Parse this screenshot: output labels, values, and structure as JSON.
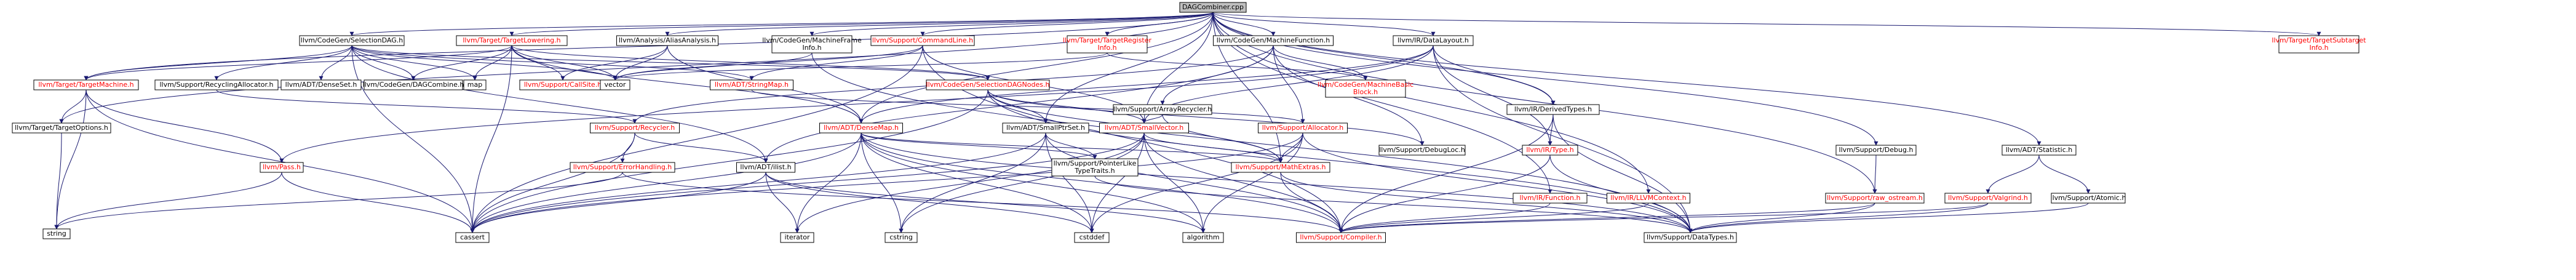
{
  "graph": {
    "root": "DAGCombiner.cpp",
    "colors": {
      "root_fill": "#bfbfbf",
      "node_fill": "#ffffff",
      "edge": "#191970",
      "normal_text": "#000000",
      "linked_text": "#ff0000",
      "linked_border": "#bfbfbf"
    },
    "nodes": [
      {
        "id": "root",
        "label": "DAGCombiner.cpp",
        "linked": false
      },
      {
        "id": "selectiondag",
        "label": "llvm/CodeGen/SelectionDAG.h",
        "linked": false
      },
      {
        "id": "targetlowering",
        "label": "llvm/Target/TargetLowering.h",
        "linked": true
      },
      {
        "id": "aliasanalysis",
        "label": "llvm/Analysis/AliasAnalysis.h",
        "linked": false
      },
      {
        "id": "machineframe",
        "label": "llvm/CodeGen/MachineFrame Info.h",
        "linked": false
      },
      {
        "id": "commandline",
        "label": "llvm/Support/CommandLine.h",
        "linked": true
      },
      {
        "id": "targetregister",
        "label": "llvm/Target/TargetRegister Info.h",
        "linked": true
      },
      {
        "id": "machinefunction",
        "label": "llvm/CodeGen/MachineFunction.h",
        "linked": false
      },
      {
        "id": "datalayout",
        "label": "llvm/IR/DataLayout.h",
        "linked": false
      },
      {
        "id": "targetsubtarget",
        "label": "llvm/Target/TargetSubtarget Info.h",
        "linked": true
      },
      {
        "id": "targetmachine",
        "label": "llvm/Target/TargetMachine.h",
        "linked": true
      },
      {
        "id": "recyclingallocator",
        "label": "llvm/Support/RecyclingAllocator.h",
        "linked": false
      },
      {
        "id": "densesetadt",
        "label": "llvm/ADT/DenseSet.h",
        "linked": false
      },
      {
        "id": "dagcombine",
        "label": "llvm/CodeGen/DAGCombine.h",
        "linked": false
      },
      {
        "id": "map",
        "label": "map",
        "linked": false
      },
      {
        "id": "callsite",
        "label": "llvm/Support/CallSite.h",
        "linked": true
      },
      {
        "id": "vector",
        "label": "vector",
        "linked": false
      },
      {
        "id": "stringmap",
        "label": "llvm/ADT/StringMap.h",
        "linked": true
      },
      {
        "id": "selectiondagnodes",
        "label": "llvm/CodeGen/SelectionDAGNodes.h",
        "linked": true
      },
      {
        "id": "arrayrecycler",
        "label": "llvm/Support/ArrayRecycler.h",
        "linked": false
      },
      {
        "id": "machinebasicblock",
        "label": "llvm/CodeGen/MachineBasic Block.h",
        "linked": true
      },
      {
        "id": "derivedtypes",
        "label": "llvm/IR/DerivedTypes.h",
        "linked": false
      },
      {
        "id": "debug",
        "label": "llvm/Support/Debug.h",
        "linked": false
      },
      {
        "id": "statistic",
        "label": "llvm/ADT/Statistic.h",
        "linked": false
      },
      {
        "id": "targetoptions",
        "label": "llvm/Target/TargetOptions.h",
        "linked": false
      },
      {
        "id": "recycler",
        "label": "llvm/Support/Recycler.h",
        "linked": true
      },
      {
        "id": "densemap",
        "label": "llvm/ADT/DenseMap.h",
        "linked": true
      },
      {
        "id": "smallptrset",
        "label": "llvm/ADT/SmallPtrSet.h",
        "linked": false
      },
      {
        "id": "smallvector",
        "label": "llvm/ADT/SmallVector.h",
        "linked": true
      },
      {
        "id": "allocator",
        "label": "llvm/Support/Allocator.h",
        "linked": true
      },
      {
        "id": "debugloc",
        "label": "llvm/Support/DebugLoc.h",
        "linked": false
      },
      {
        "id": "type",
        "label": "llvm/IR/Type.h",
        "linked": true
      },
      {
        "id": "pass",
        "label": "llvm/Pass.h",
        "linked": true
      },
      {
        "id": "errorhandling",
        "label": "llvm/Support/ErrorHandling.h",
        "linked": true
      },
      {
        "id": "ilist",
        "label": "llvm/ADT/ilist.h",
        "linked": false
      },
      {
        "id": "pointerliketypetraits",
        "label": "llvm/Support/PointerLike TypeTraits.h",
        "linked": false
      },
      {
        "id": "mathextras",
        "label": "llvm/Support/MathExtras.h",
        "linked": true
      },
      {
        "id": "function",
        "label": "llvm/IR/Function.h",
        "linked": true
      },
      {
        "id": "llvmcontext",
        "label": "llvm/IR/LLVMContext.h",
        "linked": true
      },
      {
        "id": "rawostream",
        "label": "llvm/Support/raw_ostream.h",
        "linked": true
      },
      {
        "id": "valgrind",
        "label": "llvm/Support/Valgrind.h",
        "linked": true
      },
      {
        "id": "atomic",
        "label": "llvm/Support/Atomic.h",
        "linked": false
      },
      {
        "id": "string",
        "label": "string",
        "linked": false
      },
      {
        "id": "cassert",
        "label": "cassert",
        "linked": false
      },
      {
        "id": "iterator",
        "label": "iterator",
        "linked": false
      },
      {
        "id": "cstring",
        "label": "cstring",
        "linked": false
      },
      {
        "id": "cstddef",
        "label": "cstddef",
        "linked": false
      },
      {
        "id": "algorithm",
        "label": "algorithm",
        "linked": false
      },
      {
        "id": "compiler",
        "label": "llvm/Support/Compiler.h",
        "linked": true
      },
      {
        "id": "datatypes",
        "label": "llvm/Support/DataTypes.h",
        "linked": false
      }
    ],
    "edges": [
      [
        "root",
        "selectiondag"
      ],
      [
        "root",
        "targetlowering"
      ],
      [
        "root",
        "aliasanalysis"
      ],
      [
        "root",
        "machineframe"
      ],
      [
        "root",
        "commandline"
      ],
      [
        "root",
        "targetregister"
      ],
      [
        "root",
        "machinefunction"
      ],
      [
        "root",
        "datalayout"
      ],
      [
        "root",
        "targetsubtarget"
      ],
      [
        "root",
        "targetmachine"
      ],
      [
        "root",
        "targetoptions"
      ],
      [
        "root",
        "densemap"
      ],
      [
        "root",
        "smallptrset"
      ],
      [
        "root",
        "smallvector"
      ],
      [
        "root",
        "mathextras"
      ],
      [
        "root",
        "derivedtypes"
      ],
      [
        "root",
        "debug"
      ],
      [
        "root",
        "statistic"
      ],
      [
        "root",
        "rawostream"
      ],
      [
        "root",
        "function"
      ],
      [
        "root",
        "llvmcontext"
      ],
      [
        "selectiondag",
        "targetmachine"
      ],
      [
        "selectiondag",
        "recyclingallocator"
      ],
      [
        "selectiondag",
        "densesetadt"
      ],
      [
        "selectiondag",
        "dagcombine"
      ],
      [
        "selectiondag",
        "map"
      ],
      [
        "selectiondag",
        "vector"
      ],
      [
        "selectiondag",
        "stringmap"
      ],
      [
        "selectiondag",
        "selectiondagnodes"
      ],
      [
        "selectiondag",
        "ilist"
      ],
      [
        "selectiondag",
        "cassert"
      ],
      [
        "targetlowering",
        "targetmachine"
      ],
      [
        "targetlowering",
        "dagcombine"
      ],
      [
        "targetlowering",
        "map"
      ],
      [
        "targetlowering",
        "callsite"
      ],
      [
        "targetlowering",
        "vector"
      ],
      [
        "targetlowering",
        "selectiondagnodes"
      ],
      [
        "targetlowering",
        "densemap"
      ],
      [
        "targetlowering",
        "cassert"
      ],
      [
        "aliasanalysis",
        "callsite"
      ],
      [
        "aliasanalysis",
        "densemap"
      ],
      [
        "aliasanalysis",
        "vector"
      ],
      [
        "machineframe",
        "vector"
      ],
      [
        "machineframe",
        "datatypes"
      ],
      [
        "commandline",
        "stringmap"
      ],
      [
        "commandline",
        "smallvector"
      ],
      [
        "commandline",
        "vector"
      ],
      [
        "commandline",
        "compiler"
      ],
      [
        "commandline",
        "cassert"
      ],
      [
        "targetregister",
        "machinebasicblock"
      ],
      [
        "targetregister",
        "vector"
      ],
      [
        "machinefunction",
        "arrayrecycler"
      ],
      [
        "machinefunction",
        "machinebasicblock"
      ],
      [
        "machinefunction",
        "recycler"
      ],
      [
        "machinefunction",
        "ilist"
      ],
      [
        "machinefunction",
        "debugloc"
      ],
      [
        "machinefunction",
        "allocator"
      ],
      [
        "datalayout",
        "derivedtypes"
      ],
      [
        "datalayout",
        "type"
      ],
      [
        "datalayout",
        "pass"
      ],
      [
        "datalayout",
        "smallvector"
      ],
      [
        "datalayout",
        "densemap"
      ],
      [
        "datalayout",
        "datatypes"
      ],
      [
        "targetmachine",
        "targetoptions"
      ],
      [
        "targetmachine",
        "pass"
      ],
      [
        "targetmachine",
        "string"
      ],
      [
        "targetmachine",
        "cassert"
      ],
      [
        "targetoptions",
        "string"
      ],
      [
        "recyclingallocator",
        "recycler"
      ],
      [
        "stringmap",
        "allocator"
      ],
      [
        "selectiondagnodes",
        "smallvector"
      ],
      [
        "selectiondagnodes",
        "smallptrset"
      ],
      [
        "selectiondagnodes",
        "debugloc"
      ],
      [
        "selectiondagnodes",
        "mathextras"
      ],
      [
        "selectiondagnodes",
        "datatypes"
      ],
      [
        "selectiondagnodes",
        "cassert"
      ],
      [
        "arrayrecycler",
        "smallvector"
      ],
      [
        "arrayrecycler",
        "mathextras"
      ],
      [
        "derivedtypes",
        "type"
      ],
      [
        "derivedtypes",
        "compiler"
      ],
      [
        "derivedtypes",
        "datatypes"
      ],
      [
        "debug",
        "rawostream"
      ],
      [
        "statistic",
        "valgrind"
      ],
      [
        "statistic",
        "atomic"
      ],
      [
        "recycler",
        "ilist"
      ],
      [
        "recycler",
        "errorhandling"
      ],
      [
        "recycler",
        "cassert"
      ],
      [
        "densemap",
        "pointerliketypetraits"
      ],
      [
        "densemap",
        "mathextras"
      ],
      [
        "densemap",
        "algorithm"
      ],
      [
        "densemap",
        "cassert"
      ],
      [
        "densemap",
        "cstddef"
      ],
      [
        "densemap",
        "iterator"
      ],
      [
        "densemap",
        "cstring"
      ],
      [
        "densemap",
        "compiler"
      ],
      [
        "densemap",
        "datatypes"
      ],
      [
        "smallptrset",
        "pointerliketypetraits"
      ],
      [
        "smallptrset",
        "compiler"
      ],
      [
        "smallptrset",
        "cassert"
      ],
      [
        "smallptrset",
        "cstddef"
      ],
      [
        "smallptrset",
        "cstring"
      ],
      [
        "smallvector",
        "mathextras"
      ],
      [
        "smallvector",
        "compiler"
      ],
      [
        "smallvector",
        "algorithm"
      ],
      [
        "smallvector",
        "cassert"
      ],
      [
        "smallvector",
        "cstddef"
      ],
      [
        "smallvector",
        "iterator"
      ],
      [
        "smallvector",
        "cstring"
      ],
      [
        "allocator",
        "mathextras"
      ],
      [
        "allocator",
        "algorithm"
      ],
      [
        "allocator",
        "cassert"
      ],
      [
        "allocator",
        "cstddef"
      ],
      [
        "allocator",
        "datatypes"
      ],
      [
        "type",
        "compiler"
      ],
      [
        "type",
        "datatypes"
      ],
      [
        "pass",
        "string"
      ],
      [
        "pass",
        "cassert"
      ],
      [
        "errorhandling",
        "string"
      ],
      [
        "errorhandling",
        "compiler"
      ],
      [
        "ilist",
        "iterator"
      ],
      [
        "ilist",
        "cstddef"
      ],
      [
        "ilist",
        "algorithm"
      ],
      [
        "ilist",
        "cassert"
      ],
      [
        "pointerliketypetraits",
        "datatypes"
      ],
      [
        "mathextras",
        "compiler"
      ],
      [
        "mathextras",
        "datatypes"
      ],
      [
        "function",
        "compiler"
      ],
      [
        "llvmcontext",
        "compiler"
      ],
      [
        "rawostream",
        "compiler"
      ],
      [
        "rawostream",
        "datatypes"
      ],
      [
        "valgrind",
        "compiler"
      ],
      [
        "valgrind",
        "datatypes"
      ],
      [
        "atomic",
        "datatypes"
      ]
    ]
  }
}
